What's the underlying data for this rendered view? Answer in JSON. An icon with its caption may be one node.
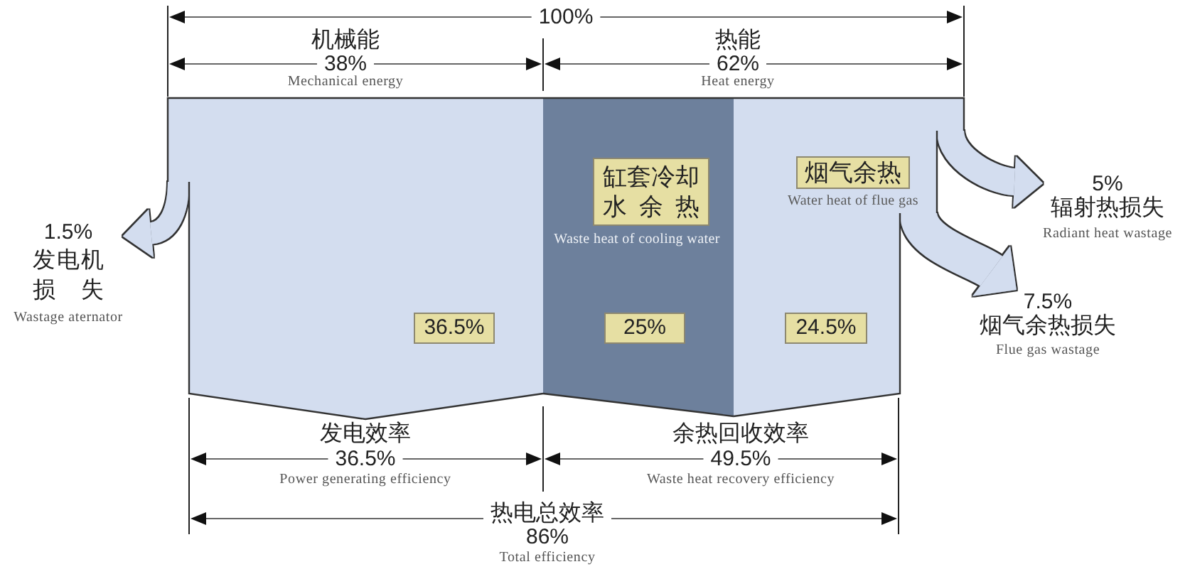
{
  "diagram": {
    "nodes": [
      {
        "text": [],
        "shape": "band"
      },
      {
        "text": [
          "36.5%"
        ],
        "in": 0
      },
      {
        "text": [],
        "shape": "band"
      },
      {
        "text": [
          "缸套冷却水余热"
        ],
        "beside": [
          "Waste heat of cooling water"
        ],
        "in": 2
      },
      {
        "text": [
          "25%"
        ],
        "in": 2
      },
      {
        "text": [],
        "shape": "band"
      },
      {
        "text": [
          "烟气余热"
        ],
        "beside": [
          "Water heat of flue gas"
        ],
        "in": 5
      },
      {
        "text": [
          "24.5%"
        ],
        "in": 5
      },
      {
        "text": [
          "1.5%",
          "发电机损失",
          "Wastage aternator"
        ]
      },
      {
        "text": [
          "5%",
          "辐射热损失",
          "Radiant heat wastage"
        ]
      },
      {
        "text": [
          "7.5%",
          "烟气余热损失",
          "Flue gas wastage"
        ]
      }
    ],
    "edges": [
      {
        "from": 0,
        "to": 8,
        "arrow": "to"
      },
      {
        "from": 5,
        "to": 9,
        "arrow": "to"
      },
      {
        "from": 5,
        "to": 10,
        "arrow": "to"
      }
    ],
    "labels": [
      "100%",
      "机械能",
      "38%",
      "Mechanical energy",
      "热能",
      "62%",
      "Heat energy",
      "发电效率",
      "36.5%",
      "Power generating efficiency",
      "余热回收效率",
      "49.5%",
      "Waste heat recovery efficiency",
      "热电总效率",
      "86%",
      "Total efficiency"
    ]
  }
}
